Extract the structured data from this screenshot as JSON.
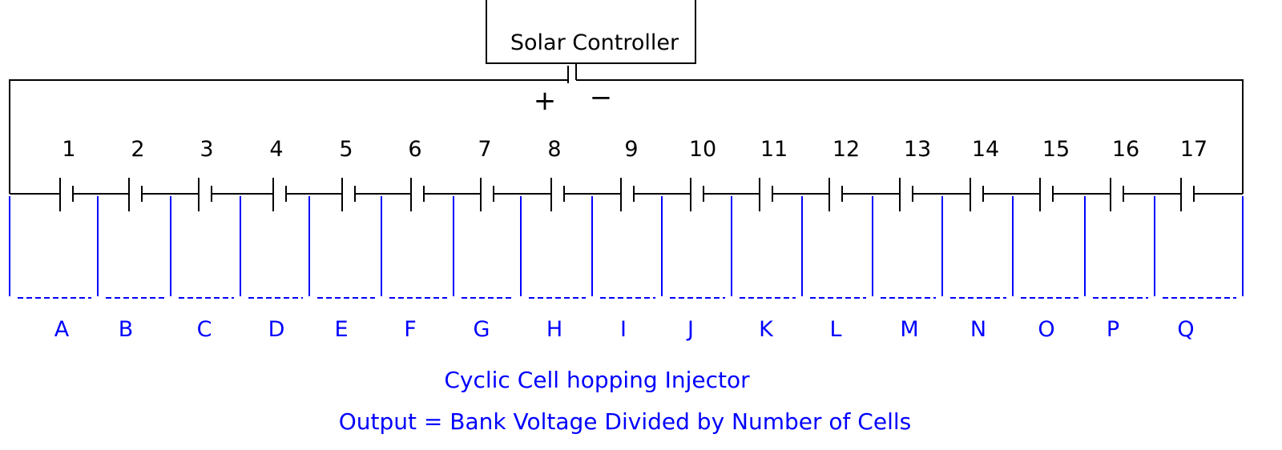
{
  "controller": {
    "label": "Solar Controller",
    "plus": "+",
    "minus": "−"
  },
  "cells": [
    "1",
    "2",
    "3",
    "4",
    "5",
    "6",
    "7",
    "8",
    "9",
    "10",
    "11",
    "12",
    "13",
    "14",
    "15",
    "16",
    "17"
  ],
  "outputs": [
    "A",
    "B",
    "C",
    "D",
    "E",
    "F",
    "G",
    "H",
    "I",
    "J",
    "K",
    "L",
    "M",
    "N",
    "O",
    "P",
    "Q"
  ],
  "caption": {
    "line1": "Cyclic Cell hopping Injector",
    "line2": "Output = Bank Voltage Divided by Number of Cells"
  },
  "colors": {
    "wire": "#000000",
    "tap": "#0000ff"
  }
}
